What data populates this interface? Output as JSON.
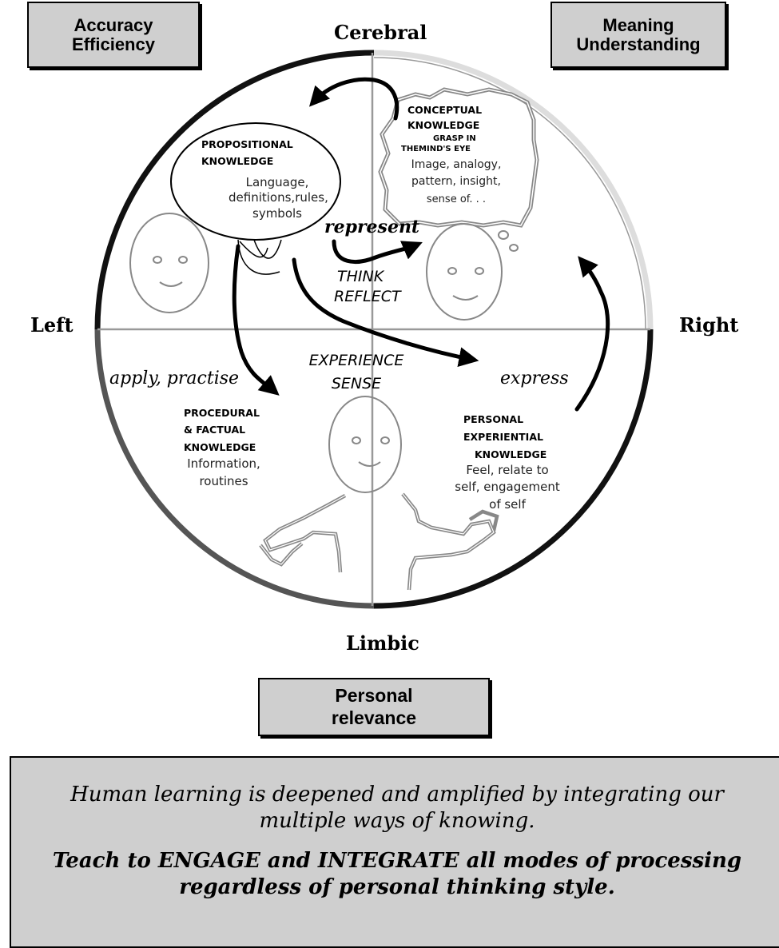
{
  "corner_boxes": {
    "top_left": {
      "line1": "Accuracy",
      "line2": "Efficiency"
    },
    "top_right": {
      "line1": "Meaning",
      "line2": "Understanding"
    },
    "bottom": {
      "line1": "Personal",
      "line2": "relevance"
    }
  },
  "axes": {
    "top": "Cerebral",
    "bottom": "Limbic",
    "left": "Left",
    "right": "Right"
  },
  "quadrants": {
    "propositional": {
      "heading": [
        "PROPOSITIONAL",
        "KNOWLEDGE"
      ],
      "body": [
        "Language,",
        "definitions,rules,",
        "symbols"
      ]
    },
    "conceptual": {
      "heading": [
        "CONCEPTUAL",
        "KNOWLEDGE"
      ],
      "subheading": [
        "GRASP IN",
        "THEMIND'S EYE"
      ],
      "body": [
        "Image, analogy,",
        "pattern, insight,",
        "sense of. . ."
      ]
    },
    "procedural": {
      "heading": [
        "PROCEDURAL",
        "& FACTUAL",
        "KNOWLEDGE"
      ],
      "body": [
        "Information,",
        "routines"
      ]
    },
    "experiential": {
      "heading": [
        "PERSONAL",
        "EXPERIENTIAL",
        "KNOWLEDGE"
      ],
      "body": [
        "Feel, relate to",
        "self, engagement",
        "of self"
      ]
    }
  },
  "verbs": {
    "represent": "represent",
    "think": "THINK",
    "reflect": "REFLECT",
    "experience": "EXPERIENCE",
    "sense": "SENSE",
    "apply": "apply, practise",
    "express": "express"
  },
  "footer": {
    "line1": "Human learning is deepened and amplified by integrating our multiple ways of knowing.",
    "line2": "Teach to ENGAGE and INTEGRATE all modes of processing regardless of personal thinking style."
  },
  "colors": {
    "box_fill": "#cfcfcf",
    "rim_black": "#111111",
    "rim_grey": "#555555",
    "rim_light": "#dddddd",
    "sketch_grey": "#888888"
  }
}
